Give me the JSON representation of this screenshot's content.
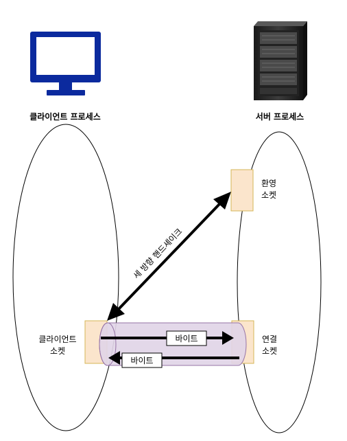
{
  "client": {
    "title": "클라이언트 프로세스",
    "socket_label_line1": "클라이언트",
    "socket_label_line2": "소켓"
  },
  "server": {
    "title": "서버 프로세스",
    "welcome_socket_line1": "환영",
    "welcome_socket_line2": "소켓",
    "connection_socket_line1": "연결",
    "connection_socket_line2": "소켓"
  },
  "handshake_label": "세 방향 핸드셰이크",
  "bytes_out_label": "바이트",
  "bytes_in_label": "바이트",
  "icons": {
    "client": "monitor-icon",
    "server": "server-rack-icon"
  },
  "colors": {
    "monitor": "#0b2a9e",
    "socket_fill": "#fbe5cc",
    "socket_stroke": "#d6b656",
    "pipe_fill": "#e1d5e7",
    "pipe_stroke": "#9673a6"
  }
}
